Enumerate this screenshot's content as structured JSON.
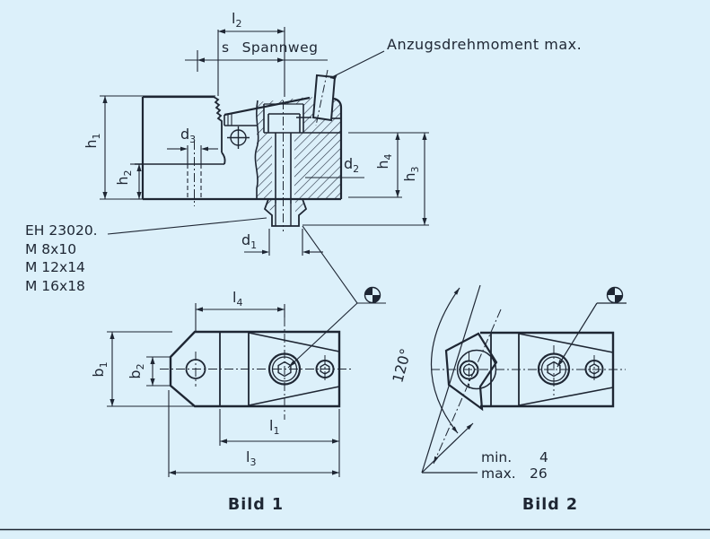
{
  "colors": {
    "background": "#dcf0fa",
    "ink": "#1e2633"
  },
  "section": {
    "l2": {
      "base": "l",
      "sub": "2"
    },
    "s_label": {
      "symbol": "s",
      "word": "Spannweg"
    },
    "torque_note": "Anzugsdrehmoment  max.",
    "h1": {
      "base": "h",
      "sub": "1"
    },
    "h2": {
      "base": "h",
      "sub": "2"
    },
    "h3": {
      "base": "h",
      "sub": "3"
    },
    "h4": {
      "base": "h",
      "sub": "4"
    },
    "d1": {
      "base": "d",
      "sub": "1"
    },
    "d2": {
      "base": "d",
      "sub": "2"
    },
    "d3": {
      "base": "d",
      "sub": "3"
    }
  },
  "order_notes": {
    "line1": "EH 23020.",
    "line2": "M 8x10",
    "line3": "M 12x14",
    "line4": "M 16x18"
  },
  "bild1": {
    "caption": "Bild 1",
    "l1": {
      "base": "l",
      "sub": "1"
    },
    "l3": {
      "base": "l",
      "sub": "3"
    },
    "l4": {
      "base": "l",
      "sub": "4"
    },
    "b1": {
      "base": "b",
      "sub": "1"
    },
    "b2": {
      "base": "b",
      "sub": "2"
    }
  },
  "bild2": {
    "caption": "Bild 2",
    "angle": "120°",
    "min_label": "min.",
    "min_value": "4",
    "max_label": "max.",
    "max_value": "26"
  }
}
